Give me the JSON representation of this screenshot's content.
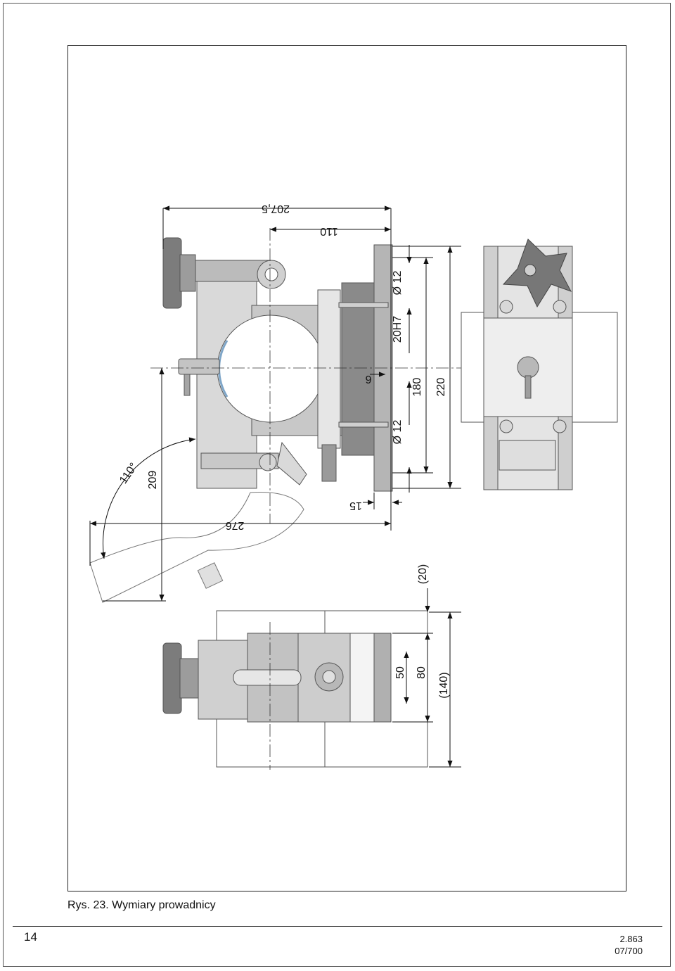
{
  "caption": "Rys. 23. Wymiary prowadnicy",
  "page_number": "14",
  "doc_code": {
    "line1": "2.863",
    "line2": "07/700"
  },
  "dimensions": {
    "d207_5": "207,5",
    "d110": "110",
    "d12_top": "Ø 12",
    "d20h7": "20H7",
    "d6": "6",
    "d12_bottom": "Ø 12",
    "d180": "180",
    "d220": "220",
    "d15": "15",
    "d276": "276",
    "d209": "209",
    "angle110": "110°",
    "d20": "(20)",
    "d50": "50",
    "d80": "80",
    "d140": "(140)"
  },
  "colors": {
    "light": "#d9d9d9",
    "mid": "#b5b5b5",
    "dark": "#8a8a8a",
    "accent": "#7fa6c8"
  }
}
